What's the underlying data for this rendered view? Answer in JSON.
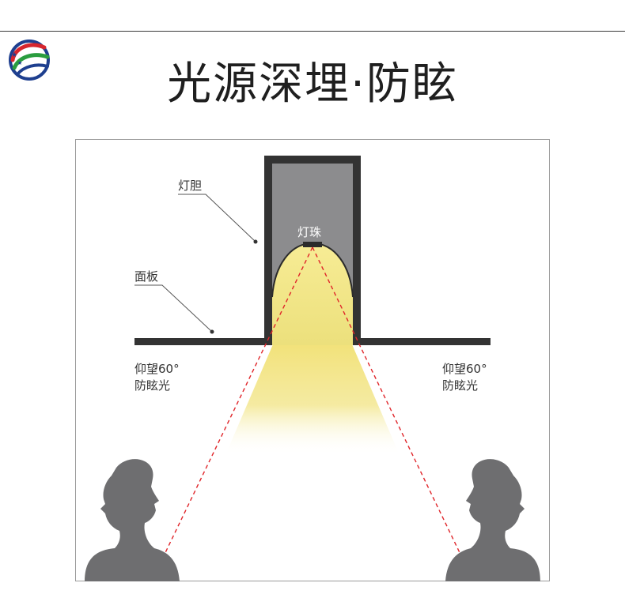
{
  "header": {
    "title": "光源深埋·防眩"
  },
  "logo": {
    "icon": "globe-ribbon-logo-icon",
    "colors": [
      "#d7262e",
      "#2a9d3f",
      "#1e3f8f"
    ]
  },
  "diagram": {
    "labels": {
      "lamp_body": "灯胆",
      "led_bead": "灯珠",
      "panel": "面板",
      "left_note_line1": "仰望60°",
      "left_note_line2": "防眩光",
      "right_note_line1": "仰望60°",
      "right_note_line2": "防眩光"
    },
    "colors": {
      "housing": "#333333",
      "housing_inner": "#8c8c8e",
      "light_beam": "#f2e27a",
      "sight_line": "#e0252a",
      "figure": "#6e6e70",
      "frame": "#9a9a9a"
    }
  }
}
